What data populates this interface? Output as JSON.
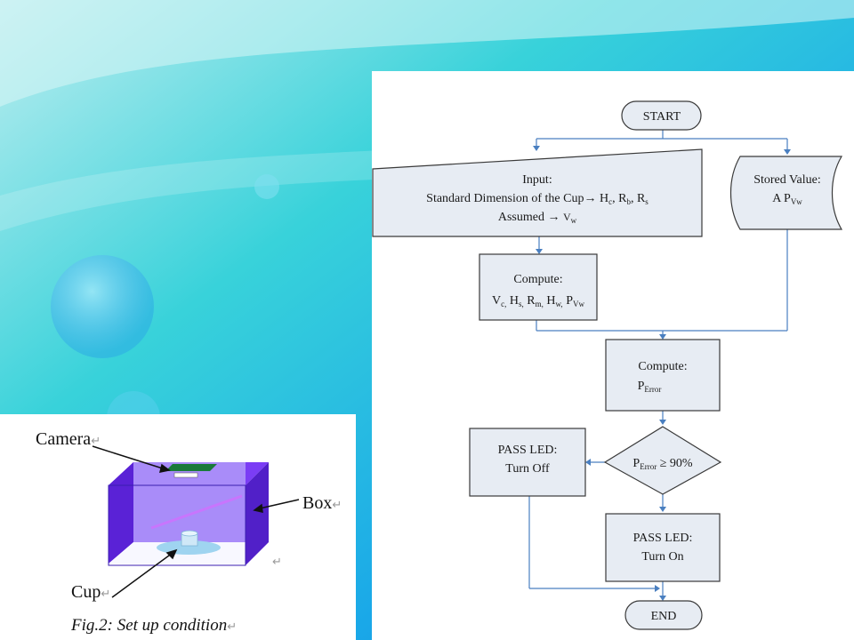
{
  "flowchart": {
    "start": "START",
    "end": "END",
    "input": {
      "line1": "Input:",
      "line2_pre": "Standard Dimension of the Cup",
      "arrow": "→",
      "h": "H",
      "h_sub": "c",
      "rb": "R",
      "rb_sub": "b",
      "rs": "R",
      "rs_sub": "s",
      "line3_pre": "Assumed ",
      "vw": "V",
      "vw_sub": "w"
    },
    "stored": {
      "line1": "Stored Value:",
      "line2": "A P",
      "line2_sub": "Vw"
    },
    "compute1": {
      "line1": "Compute:",
      "terms": [
        {
          "t": "V",
          "s": "c,"
        },
        {
          "t": "H",
          "s": "s,"
        },
        {
          "t": "R",
          "s": "m,"
        },
        {
          "t": "H",
          "s": "w,"
        },
        {
          "t": "P",
          "s": "Vw"
        }
      ]
    },
    "compute2": {
      "line1": "Compute:",
      "p": "P",
      "p_sub": "Error"
    },
    "decision": {
      "p": "P",
      "p_sub": "Error",
      "rest": "≥ 90%"
    },
    "pass_off": {
      "line1": "PASS LED:",
      "line2": "Turn Off"
    },
    "pass_on": {
      "line1": "PASS LED:",
      "line2": "Turn On"
    }
  },
  "setup": {
    "camera": "Camera",
    "box": "Box",
    "cup": "Cup",
    "caption": "Fig.2: Set up condition",
    "mark": "↵"
  },
  "colors": {
    "box_fill": "#e7ecf3",
    "box_stroke": "#3a3a3a",
    "connector": "#4a7fc0",
    "box_purple": "#6a2cf0"
  }
}
